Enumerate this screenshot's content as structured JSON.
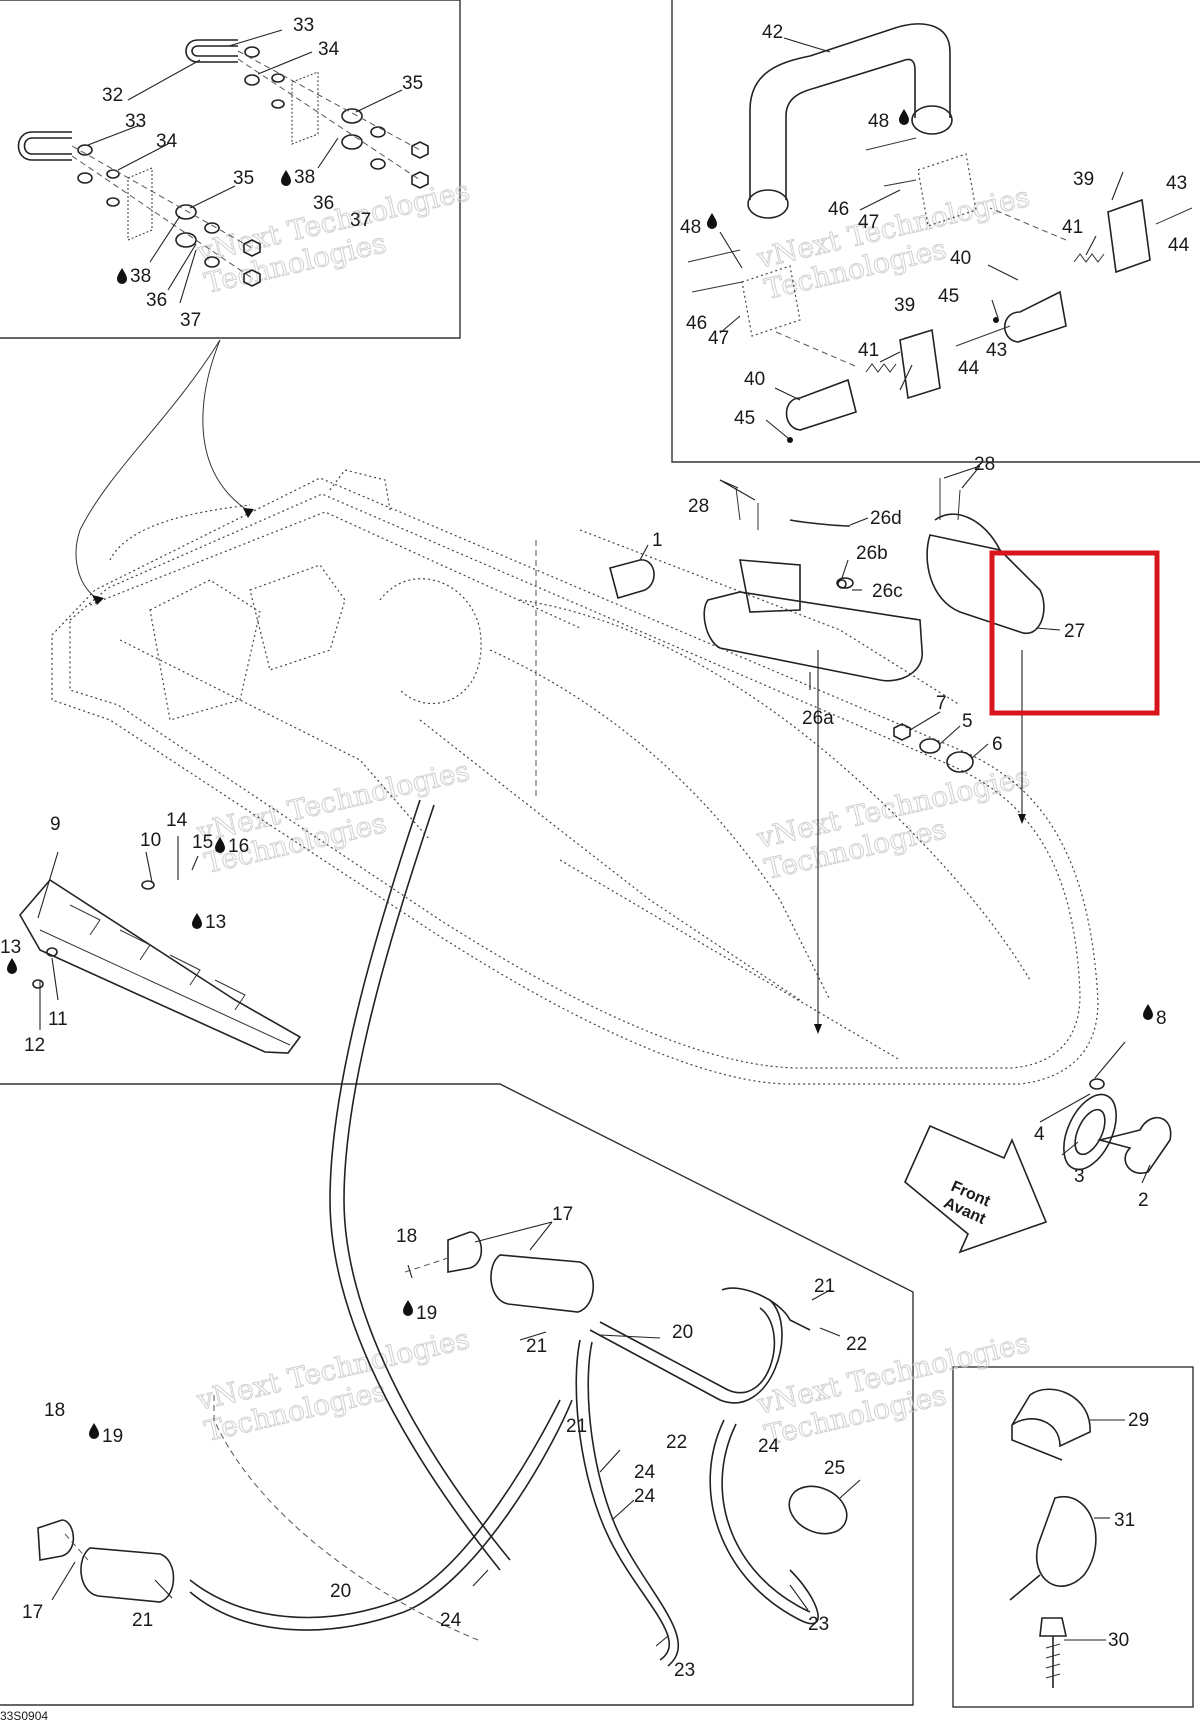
{
  "diagram": {
    "drawing_code": "33S0904",
    "front_arrow": {
      "line1": "Front",
      "line2": "Avant"
    },
    "watermark_line1": "vNext Technologies",
    "watermark_line2": "Technologies",
    "highlight_color": "#d8151c",
    "highlighted_part": "27",
    "labels": {
      "p1": "1",
      "p2": "2",
      "p3": "3",
      "p4": "4",
      "p5": "5",
      "p6": "6",
      "p7": "7",
      "p8": "8",
      "p9": "9",
      "p10": "10",
      "p11": "11",
      "p12": "12",
      "p13": "13",
      "p14": "14",
      "p15": "15",
      "p16": "16",
      "p17": "17",
      "p18": "18",
      "p19": "19",
      "p20": "20",
      "p21": "21",
      "p22": "22",
      "p23": "23",
      "p24": "24",
      "p25": "25",
      "p26a": "26a",
      "p26b": "26b",
      "p26c": "26c",
      "p26d": "26d",
      "p27": "27",
      "p28": "28",
      "p29": "29",
      "p30": "30",
      "p31": "31",
      "p32": "32",
      "p33": "33",
      "p34": "34",
      "p35": "35",
      "p36": "36",
      "p37": "37",
      "p38": "38",
      "p39": "39",
      "p40": "40",
      "p41": "41",
      "p42": "42",
      "p43": "43",
      "p44": "44",
      "p45": "45",
      "p46": "46",
      "p47": "47",
      "p48": "48"
    }
  }
}
